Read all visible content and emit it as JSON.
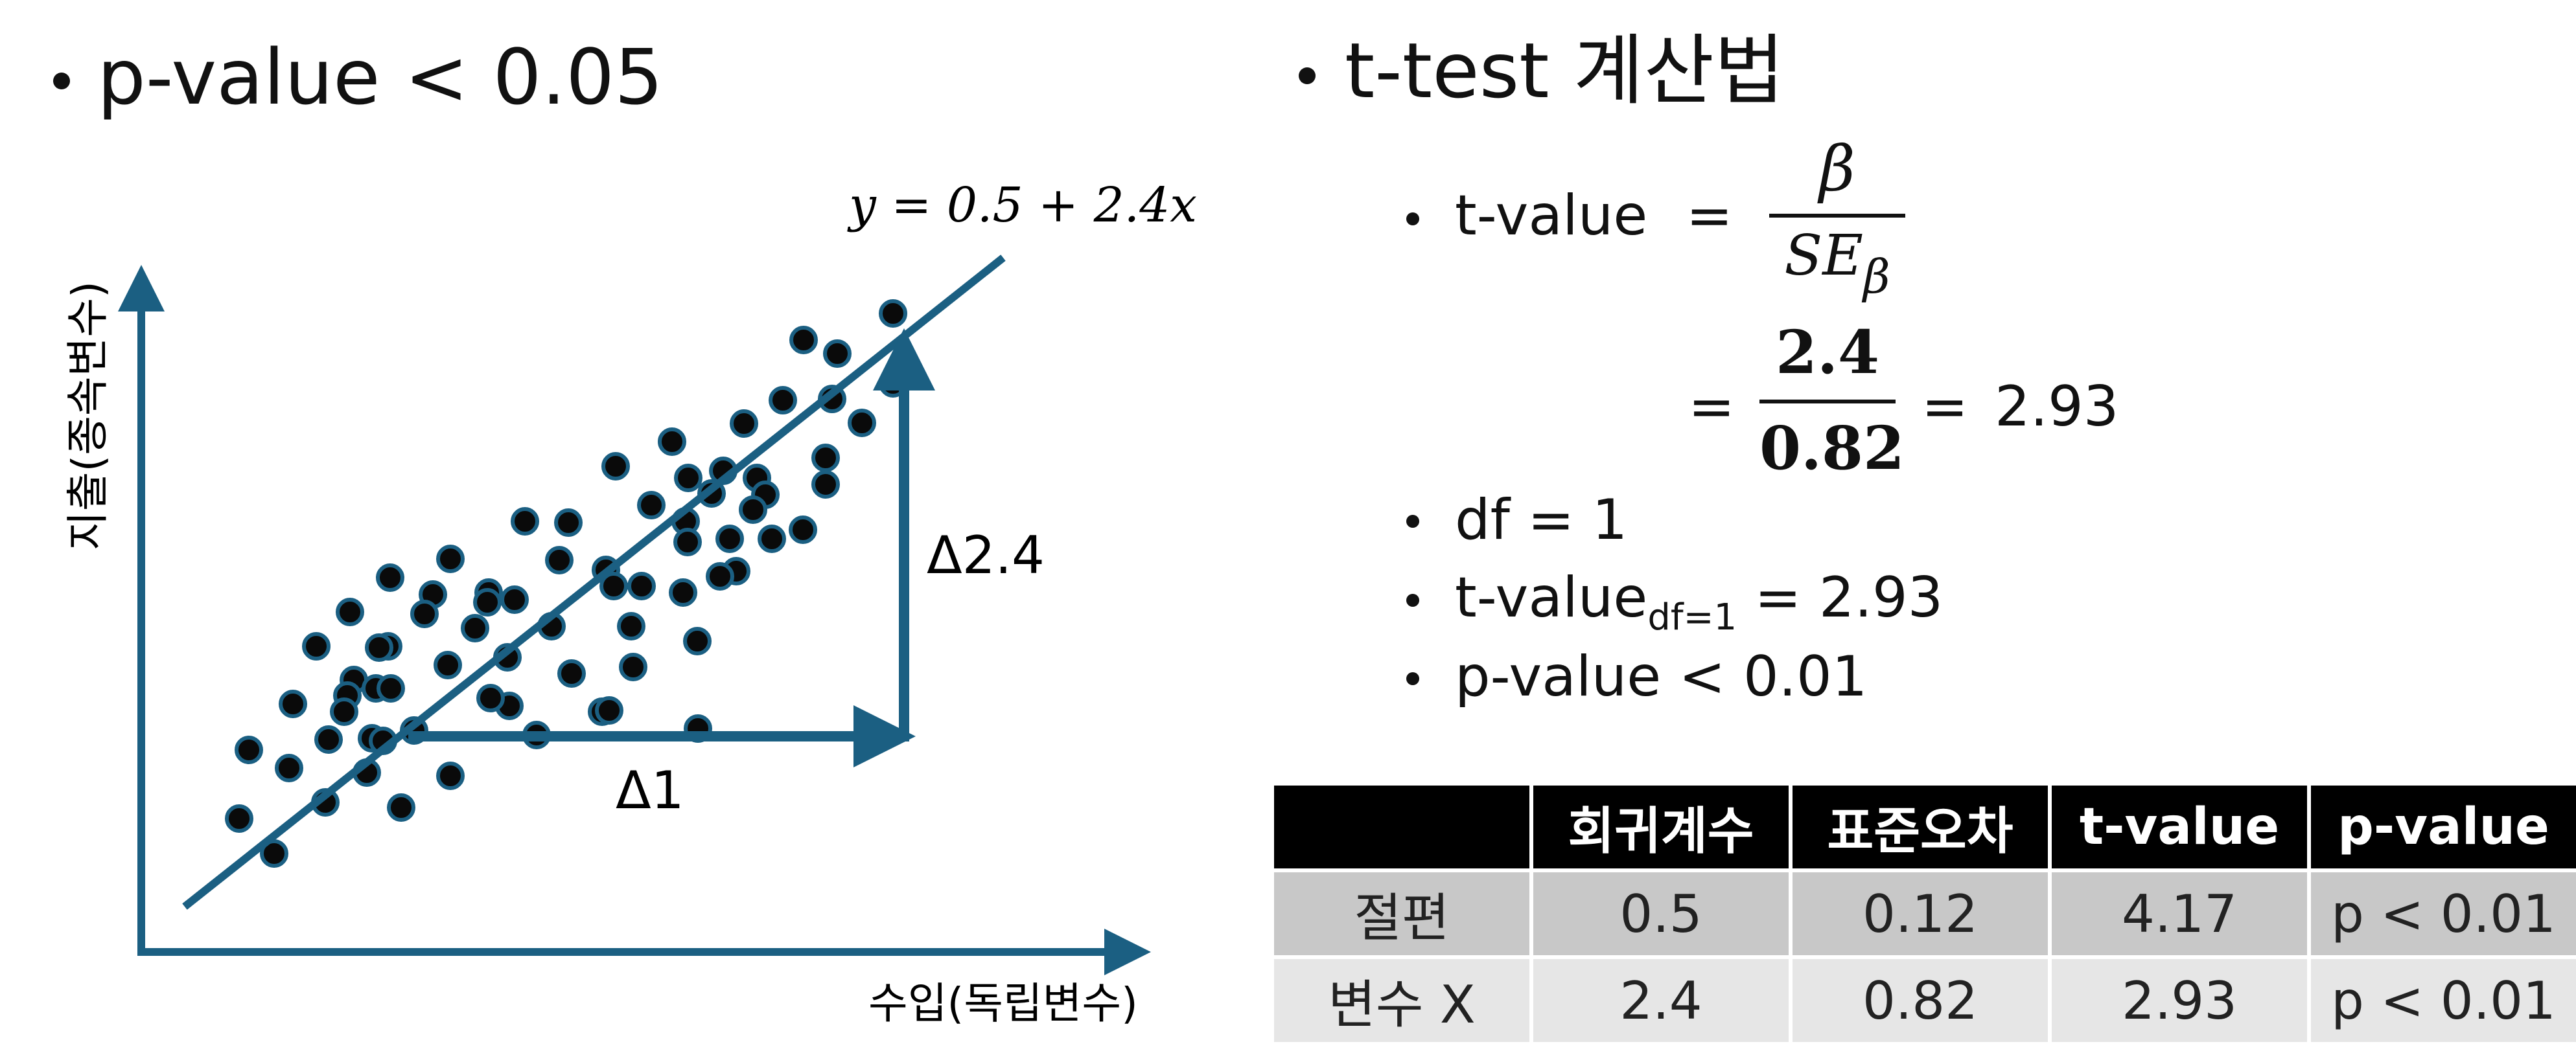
{
  "left": {
    "heading": "p-value < 0.05",
    "equation": "y = 0.5 + 2.4x",
    "ylabel": "지출(종속변수)",
    "xlabel": "수입(독립변수)",
    "delta_x_label": "Δ1",
    "delta_y_label": "Δ2.4"
  },
  "right": {
    "heading": "t-test 계산법",
    "tvalue_label": "t-value",
    "eq": "=",
    "beta": "β",
    "se": "SE",
    "se_sub": "β",
    "num_value": "2.4",
    "den_value": "0.82",
    "result": "2.93",
    "df_line": "df = 1",
    "tdf_main": "t-value",
    "tdf_sub": "df=1",
    "tdf_rest": " = 2.93",
    "pvalue_line": "p-value < 0.01"
  },
  "table": {
    "headers": [
      "",
      "회귀계수",
      "표준오차",
      "t-value",
      "p-value"
    ],
    "rows": [
      [
        "절편",
        "0.5",
        "0.12",
        "4.17",
        "p < 0.01"
      ],
      [
        "변수 X",
        "2.4",
        "0.82",
        "2.93",
        "p < 0.01"
      ]
    ]
  },
  "colors": {
    "accent": "#1b5f82",
    "dot_fill": "#0a0a0a",
    "header_bg": "#000000",
    "row1_bg": "#c8c8c8",
    "row2_bg": "#e6e6e6"
  }
}
